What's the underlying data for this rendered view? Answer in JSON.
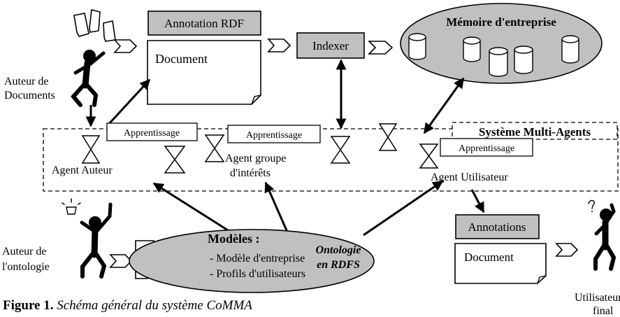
{
  "diagram": {
    "annotation_rdf": "Annotation RDF",
    "document_top": "Document",
    "indexer": "Indexer",
    "memoire": "Mémoire d'entreprise",
    "auteur_documents": [
      "Auteur de",
      "Documents"
    ],
    "systeme": "Système Multi-Agents",
    "apprentissage": "Apprentissage",
    "agent_auteur": "Agent Auteur",
    "agent_groupe": [
      "Agent groupe",
      "d'intérêts"
    ],
    "agent_utilisateur": "Agent Utilisateur",
    "auteur_ontologie": [
      "Auteur de",
      "l'ontologie"
    ],
    "modeles_title": "Modèles :",
    "modeles_items": [
      "- Modèle d'entreprise",
      "- Profils d'utilisateurs"
    ],
    "ontologie": [
      "Ontologie",
      "en RDFS"
    ],
    "annotations": "Annotations",
    "document_bottom": "Document",
    "utilisateur_final": [
      "Utilisateur",
      "final"
    ]
  },
  "caption": {
    "figure": "Figure 1",
    "separator": ". ",
    "title": "Schéma général du système CoMMA"
  }
}
